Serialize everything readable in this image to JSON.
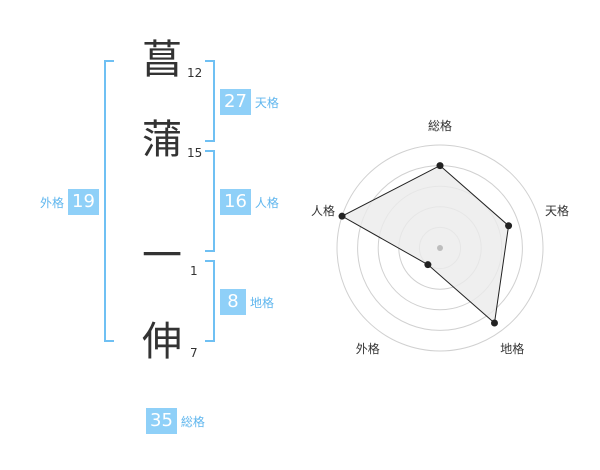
{
  "name": {
    "chars": [
      {
        "char": "菖",
        "strokes": "12"
      },
      {
        "char": "蒲",
        "strokes": "15"
      },
      {
        "char": "一",
        "strokes": "1"
      },
      {
        "char": "伸",
        "strokes": "7"
      }
    ]
  },
  "fortunes": {
    "tenkaku": {
      "value": "27",
      "label": "天格"
    },
    "jinkaku": {
      "value": "16",
      "label": "人格"
    },
    "chikaku": {
      "value": "8",
      "label": "地格"
    },
    "gaikaku": {
      "value": "19",
      "label": "外格"
    },
    "soukaku": {
      "value": "35",
      "label": "総格"
    }
  },
  "radar": {
    "axes": [
      "総格",
      "天格",
      "地格",
      "外格",
      "人格"
    ],
    "values": [
      0.8,
      0.7,
      0.9,
      0.2,
      1.0
    ],
    "rings": 5,
    "colors": {
      "fill": "#ebebeb",
      "line": "#222222",
      "ring": "#d0d0d0",
      "center": "#bdbdbd"
    }
  },
  "colors": {
    "accent": "#8fd0f8",
    "bracket": "#6fc0f3",
    "label": "#5fb6ee"
  }
}
